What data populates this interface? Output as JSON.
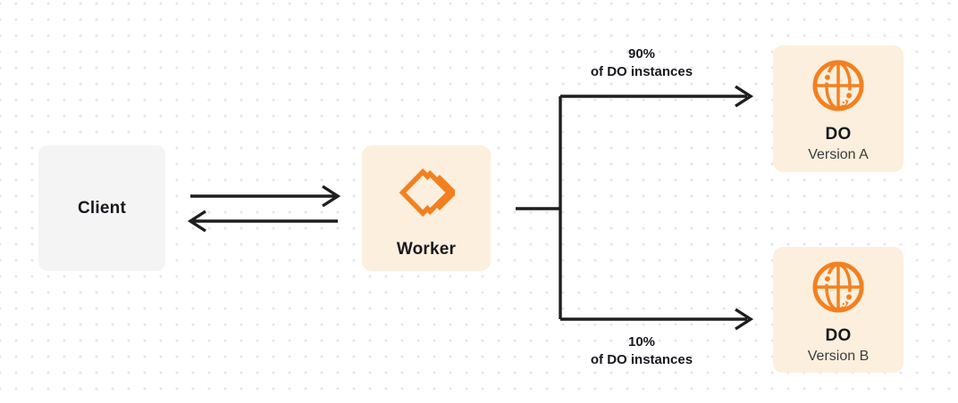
{
  "diagram": {
    "client": {
      "label": "Client"
    },
    "worker": {
      "label": "Worker"
    },
    "do_version_a": {
      "title": "DO",
      "subtitle": "Version A"
    },
    "do_version_b": {
      "title": "DO",
      "subtitle": "Version B"
    },
    "top_branch": {
      "percent": "90%",
      "caption": "of DO instances"
    },
    "bottom_branch": {
      "percent": "10%",
      "caption": "of DO instances"
    }
  },
  "icons": {
    "worker_icon": "cloudflare-workers-logo",
    "do_icon": "durable-object-globe"
  },
  "colors": {
    "accent_orange": "#f38020",
    "panel_cream": "#fcefdd",
    "panel_gray": "#f4f4f5",
    "line_dark": "#1e1e1e",
    "text_dark": "#17181d",
    "text_soft": "#3b3c42",
    "dot_color": "#e6e5e9",
    "canvas_bg": "#ffffff"
  }
}
